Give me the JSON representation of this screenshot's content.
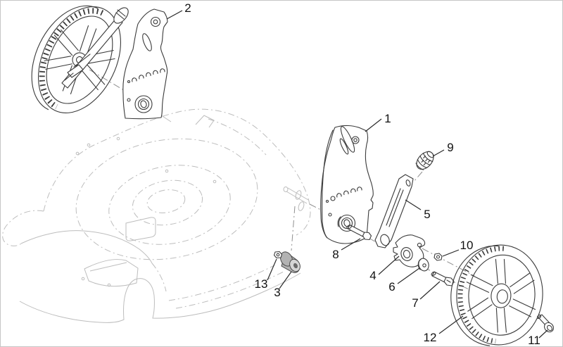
{
  "figure": {
    "background": "#ffffff",
    "part_line_color": "#3a3a3a",
    "phantom_line_color": "#bdbdbd",
    "label_color": "#111111",
    "border_color": "#c6c6c6",
    "bushing_fill": "#b3b3b3",
    "bushing_face_fill": "#d6d6d6"
  },
  "callouts": [
    {
      "number": "1"
    },
    {
      "number": "2"
    },
    {
      "number": "3"
    },
    {
      "number": "4"
    },
    {
      "number": "5"
    },
    {
      "number": "6"
    },
    {
      "number": "7"
    },
    {
      "number": "8"
    },
    {
      "number": "9"
    },
    {
      "number": "10"
    },
    {
      "number": "11"
    },
    {
      "number": "12"
    },
    {
      "number": "13"
    }
  ]
}
